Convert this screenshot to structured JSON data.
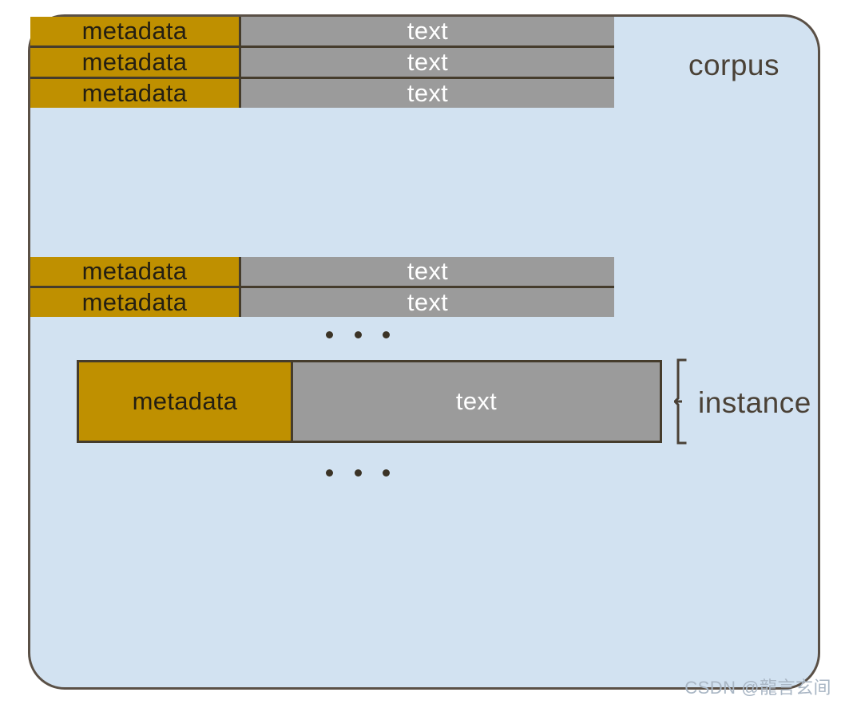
{
  "diagram": {
    "container_label": "corpus",
    "instance_label": "instance",
    "colors": {
      "container_fill": "#d2e2f1",
      "container_border": "#5a5046",
      "metadata_fill": "#bf9000",
      "text_fill": "#9b9b9b",
      "cell_border": "#453c2c",
      "metadata_text": "#241f12",
      "text_text": "#ffffff",
      "label_text": "#4a4136",
      "watermark_text": "#a9b6c4",
      "page_background": "#ffffff"
    },
    "top_block": {
      "rows": [
        {
          "metadata": "metadata",
          "text": "text"
        },
        {
          "metadata": "metadata",
          "text": "text"
        },
        {
          "metadata": "metadata",
          "text": "text"
        }
      ]
    },
    "instance_row": {
      "metadata": "metadata",
      "text": "text"
    },
    "bottom_block": {
      "rows": [
        {
          "metadata": "metadata",
          "text": "text"
        },
        {
          "metadata": "metadata",
          "text": "text"
        }
      ]
    },
    "ellipsis": "· · ·"
  },
  "watermark": "CSDN @龍言玄间"
}
